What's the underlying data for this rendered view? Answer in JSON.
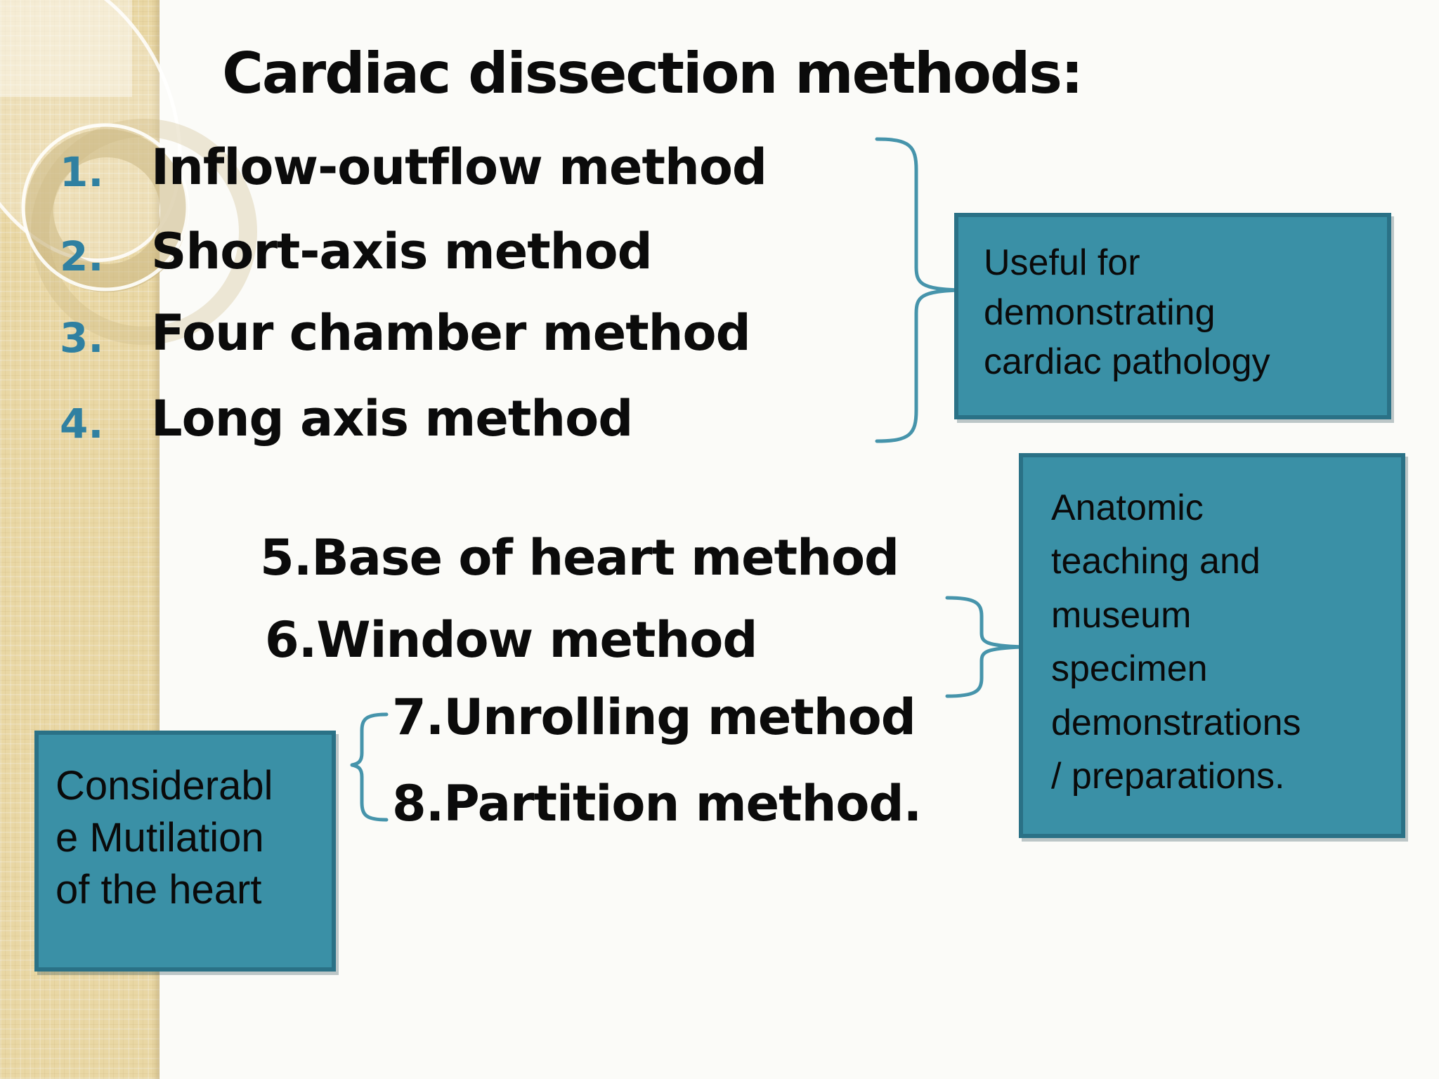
{
  "slide": {
    "title": "Cardiac dissection methods:",
    "items_top": [
      {
        "num": "1.",
        "label": "Inflow-outflow method"
      },
      {
        "num": "2.",
        "label": "Short-axis method"
      },
      {
        "num": "3.",
        "label": "Four chamber method"
      },
      {
        "num": "4.",
        "label": "Long axis method"
      }
    ],
    "items_middle": [
      {
        "num": "5.",
        "label": "Base of heart method"
      },
      {
        "num": "6.",
        "label": "Window method"
      },
      {
        "num": "7.",
        "label": "Unrolling method"
      },
      {
        "num": "8.",
        "label": "Partition method."
      }
    ],
    "callouts": {
      "useful": {
        "text": "Useful for\ndemonstrating\ncardiac pathology"
      },
      "anatomic": {
        "text": "Anatomic\nteaching and\nmuseum\nspecimen\ndemonstrations\n/ preparations."
      },
      "mutilation": {
        "text": "Considerabl\ne Mutilation\nof  the heart"
      }
    },
    "colors": {
      "callout_fill": "#3a90a6",
      "callout_border": "#2a7186",
      "brace": "#4694ab",
      "list_number": "#2f80a1",
      "sidebar_band": "#e9d7a4",
      "text": "#0b0b0b",
      "background": "#fbfbf8"
    }
  }
}
